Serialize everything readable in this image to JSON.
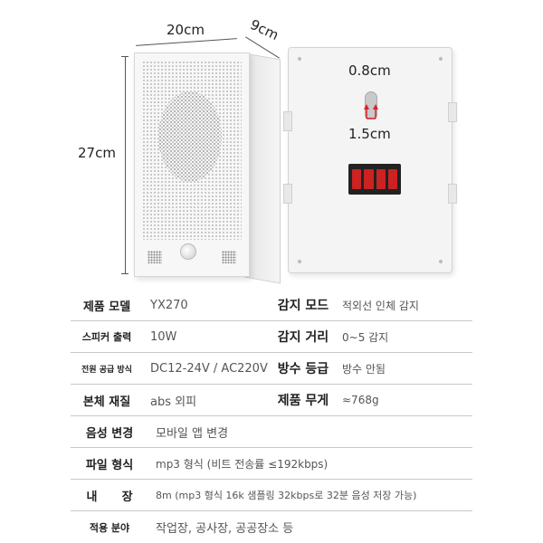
{
  "dimensions": {
    "width": "20cm",
    "depth": "9cm",
    "height": "27cm",
    "hole_width": "0.8cm",
    "hole_height": "1.5cm"
  },
  "specs": {
    "model_label": "제품 모델",
    "model_value": "YX270",
    "detect_mode_label": "감지 모드",
    "detect_mode_value": "적외선 인체 감지",
    "speaker_output_label": "스피커 출력",
    "speaker_output_value": "10W",
    "detect_distance_label": "감지 거리",
    "detect_distance_value": "0~5 감지",
    "power_label": "전원 공급 방식",
    "power_value": "DC12-24V / AC220V",
    "waterproof_label": "방수 등급",
    "waterproof_value": "방수 안됨",
    "material_label": "본체 재질",
    "material_value": "abs 외피",
    "weight_label": "제품 무게",
    "weight_value": "≈768g",
    "voice_change_label": "음성 변경",
    "voice_change_value": "모바일 앱 변경",
    "file_format_label": "파일 형식",
    "file_format_value": "mp3 형식 (비트 전송률 ≤192kbps)",
    "storage_label": "내      장",
    "storage_value": "8m (mp3 형식 16k 샘플링 32kbps로 32분 음성 저장 가능)",
    "application_label": "적용 분야",
    "application_value": "작업장, 공사장, 공공장소 등"
  }
}
